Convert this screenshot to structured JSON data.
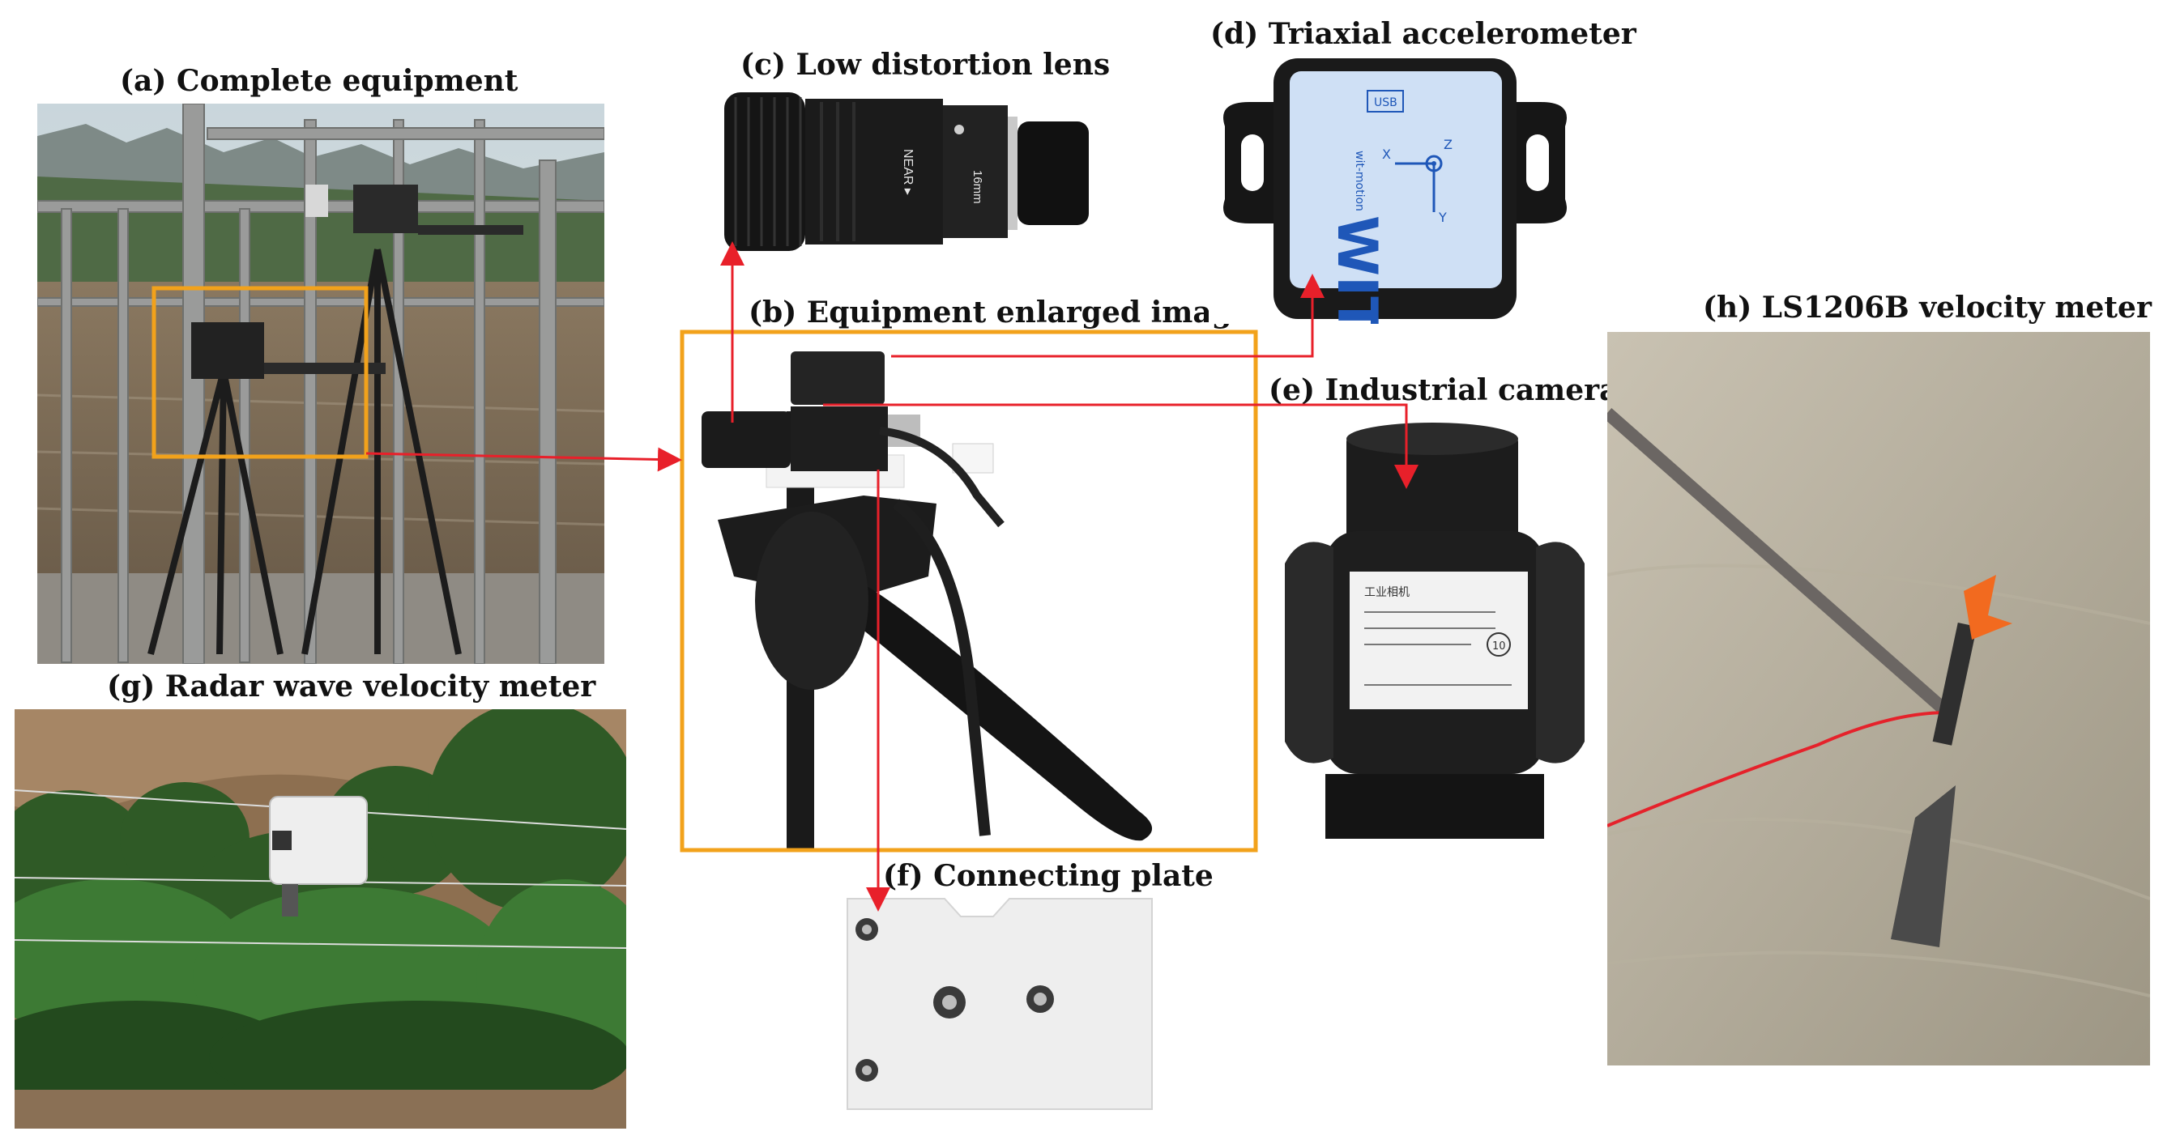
{
  "captions": {
    "a": "(a) Complete equipment",
    "b": "(b) Equipment enlarged image",
    "c": "(c) Low distortion lens",
    "d": "(d) Triaxial accelerometer",
    "e": "(e) Industrial camera",
    "f": "(f) Connecting plate",
    "g": "(g) Radar wave velocity meter",
    "h": "(h) LS1206B velocity meter"
  },
  "lens_text": {
    "near": "NEAR ▸",
    "focal": "16mm"
  },
  "accelerometer_text": {
    "brand": "WIT",
    "brand_sub": "wit-motion",
    "port": "USB",
    "axis_x": "X",
    "axis_y": "Y",
    "axis_z": "Z"
  },
  "camera_label": {
    "line1": "工业相机",
    "badge": "10"
  },
  "colors": {
    "arrow": "#e8202a",
    "highlight_box": "#f2a21b"
  }
}
